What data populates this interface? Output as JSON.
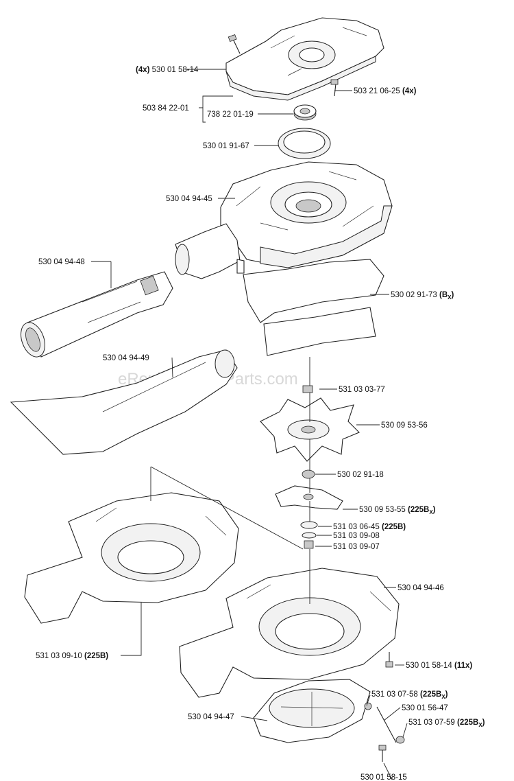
{
  "watermark": "eReplacementParts.com",
  "labels": {
    "l1_pre": "(4x)",
    "l1": " 530 01 58-14",
    "l2": "503 21 06-25 ",
    "l2_suf": "(4x)",
    "l3": "503 84 22-01",
    "l4": "738 22 01-19",
    "l5": "530 01 91-67",
    "l6": "530 04 94-45",
    "l7": "530 04 94-48",
    "l8": "530 02 91-73 ",
    "l8_suf": "(B",
    "l8_sub": "X",
    "l8_end": ")",
    "l9": "530 04 94-49",
    "l10": "531 03 03-77",
    "l11": "530 09 53-56",
    "l12": "530 02 91-18",
    "l13": "530 09 53-55 ",
    "l13_suf": "(225B",
    "l13_sub": "X",
    "l13_end": ")",
    "l14": "531 03 06-45 ",
    "l14_suf": "(225B)",
    "l15": "531 03 09-08",
    "l16": "531 03 09-07",
    "l17": "530 04 94-46",
    "l18": "531 03 09-10 ",
    "l18_suf": "(225B)",
    "l19": "530 01 58-14 ",
    "l19_suf": "(11x)",
    "l20": "531 03 07-58 ",
    "l20_suf": "(225B",
    "l20_sub": "X",
    "l20_end": ")",
    "l21": "530 01 56-47",
    "l22": "531 03 07-59 ",
    "l22_suf": "(225B",
    "l22_sub": "X",
    "l22_end": ")",
    "l23": "530 04 94-47",
    "l24": "530 01 58-15"
  }
}
